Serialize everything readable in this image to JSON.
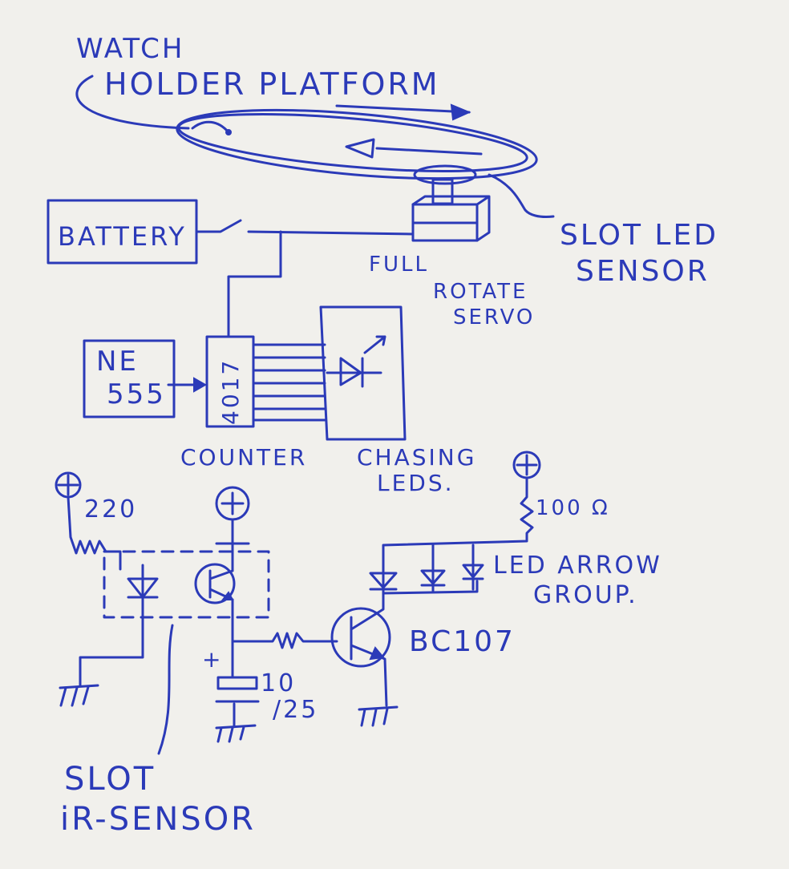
{
  "labels": {
    "watch": "WATCH",
    "holder_platform": "HOLDER PLATFORM",
    "slot_led": "SLOT LED",
    "sensor": "SENSOR",
    "battery": "BATTERY",
    "full": "FULL",
    "rotate": "ROTATE",
    "servo": "SERVO",
    "ne": "NE",
    "ne555": "555",
    "ic4017": "4017",
    "counter": "COUNTER",
    "chasing": "CHASING",
    "leds": "LEDS.",
    "r220": "220",
    "r100": "100 Ω",
    "led_arrow": "LED ARROW",
    "group": "GROUP.",
    "bc107": "BC107",
    "cap_top": "10",
    "cap_bot": "/25",
    "plus": "+",
    "slot": "SLOT",
    "ir_sensor": "iR-SENSOR"
  },
  "colors": {
    "ink": "#2b3ab8",
    "paper": "#f1f0ec"
  }
}
